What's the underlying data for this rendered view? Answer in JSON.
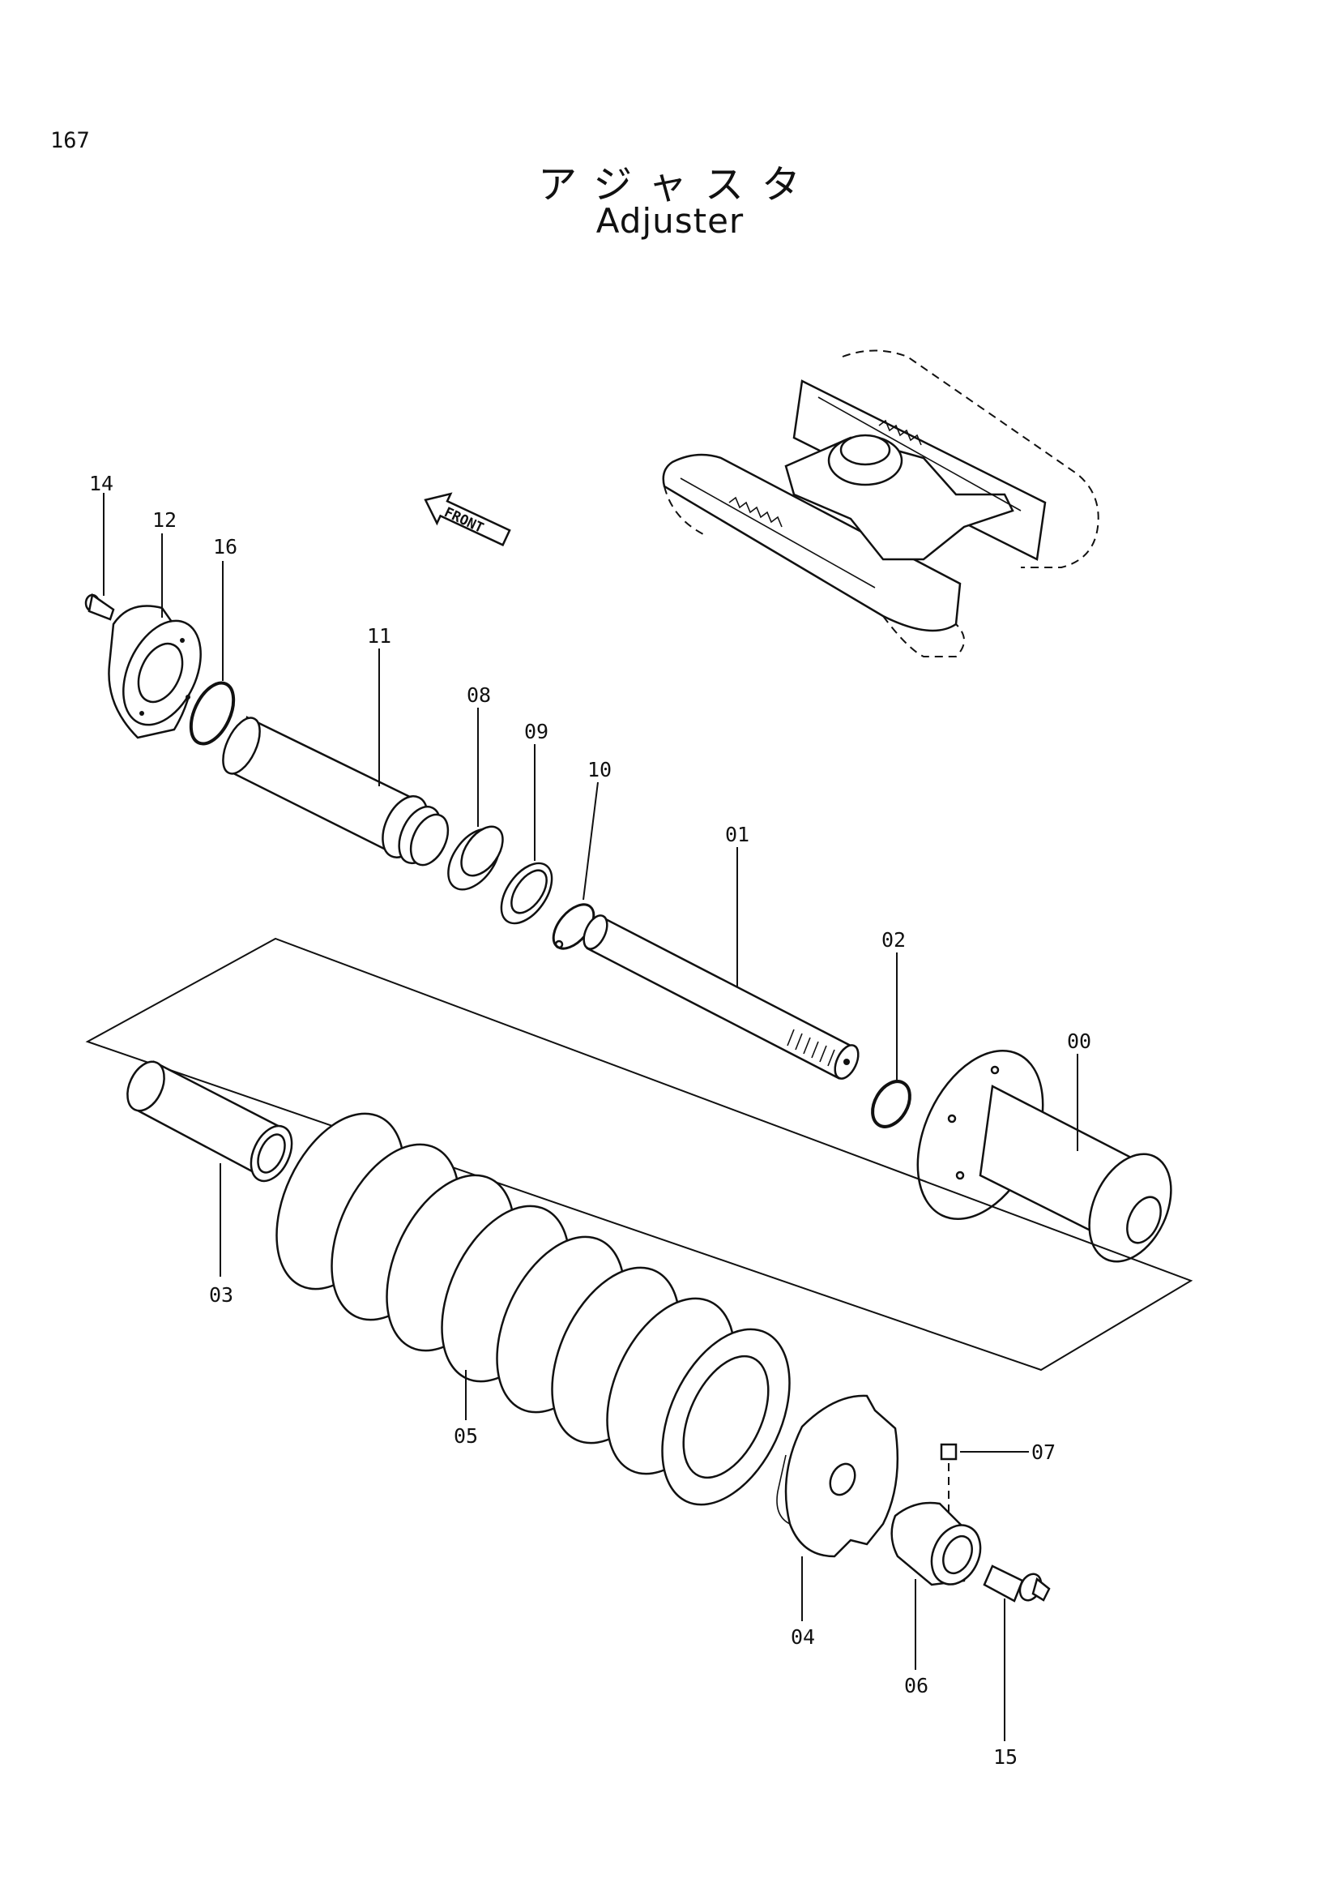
{
  "page": {
    "page_number": "167",
    "title_jp": "アジャスタ",
    "title_en": "Adjuster"
  },
  "direction_marker": {
    "text": "FRONT",
    "icon": "arrow-left-icon"
  },
  "part_labels": {
    "p00": "00",
    "p01": "01",
    "p02": "02",
    "p03": "03",
    "p04": "04",
    "p05": "05",
    "p06": "06",
    "p07": "07",
    "p08": "08",
    "p09": "09",
    "p10": "10",
    "p11": "11",
    "p12": "12",
    "p14": "14",
    "p15": "15",
    "p16": "16"
  }
}
